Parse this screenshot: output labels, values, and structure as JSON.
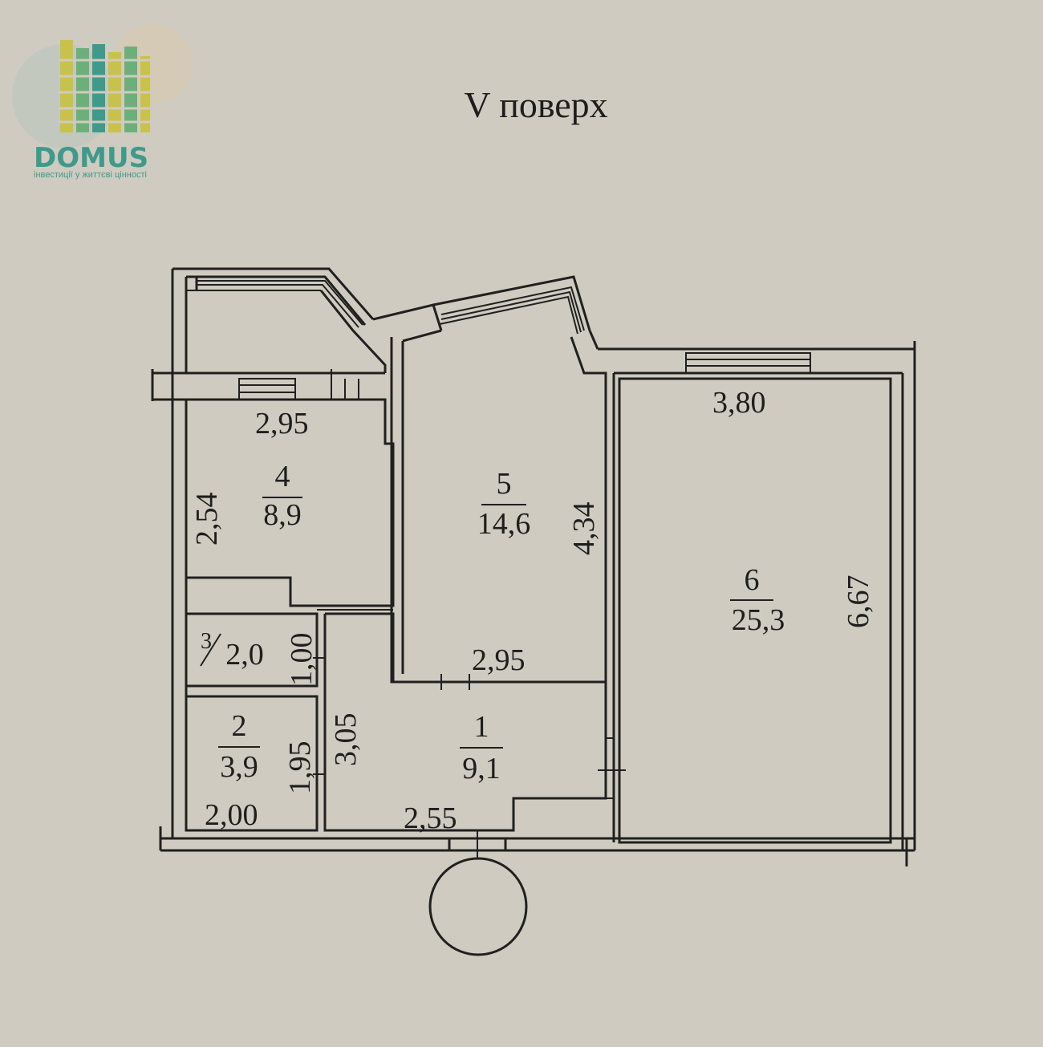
{
  "logo": {
    "word": "DOMUS",
    "tagline": "інвестиції у життєві цінності",
    "colors": {
      "teal": "#3f9a8c",
      "yellow": "#c9c24a",
      "green": "#6bb07a"
    }
  },
  "title": "V поверх",
  "rooms": [
    {
      "number": "4",
      "area": "8,9"
    },
    {
      "number": "5",
      "area": "14,6"
    },
    {
      "number": "6",
      "area": "25,3"
    },
    {
      "number": "3",
      "area": "2,0"
    },
    {
      "number": "2",
      "area": "3,9"
    },
    {
      "number": "1",
      "area": "9,1"
    }
  ],
  "dimensions": {
    "room4_width": "2,95",
    "room4_height": "2,54",
    "room5_height": "4,34",
    "room5_width": "2,95",
    "room6_width": "3,80",
    "room6_height": "6,67",
    "room3_height": "1,00",
    "room2_height": "1,95",
    "room2_width": "2,00",
    "room1_height": "3,05",
    "room1_width": "2,55"
  }
}
